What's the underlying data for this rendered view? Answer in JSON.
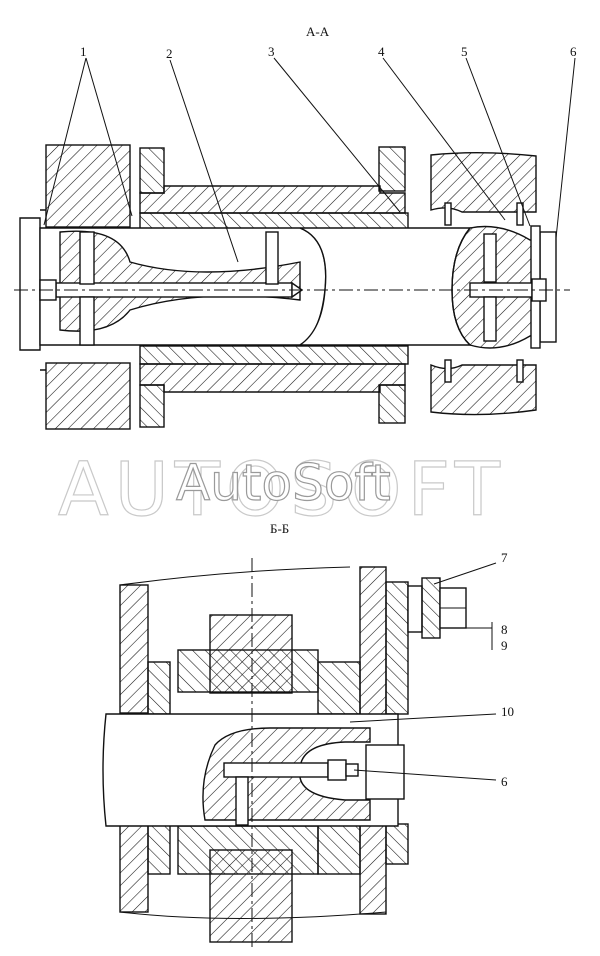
{
  "sections": {
    "top_title": "А-А",
    "bottom_title": "Б-Б"
  },
  "watermark": {
    "back_text": "AUTOSOFT",
    "front_text": "AutoSoft"
  },
  "callouts_top": [
    "1",
    "2",
    "3",
    "4",
    "5",
    "6"
  ],
  "callouts_bottom": [
    "7",
    "8",
    "9",
    "10",
    "6"
  ]
}
